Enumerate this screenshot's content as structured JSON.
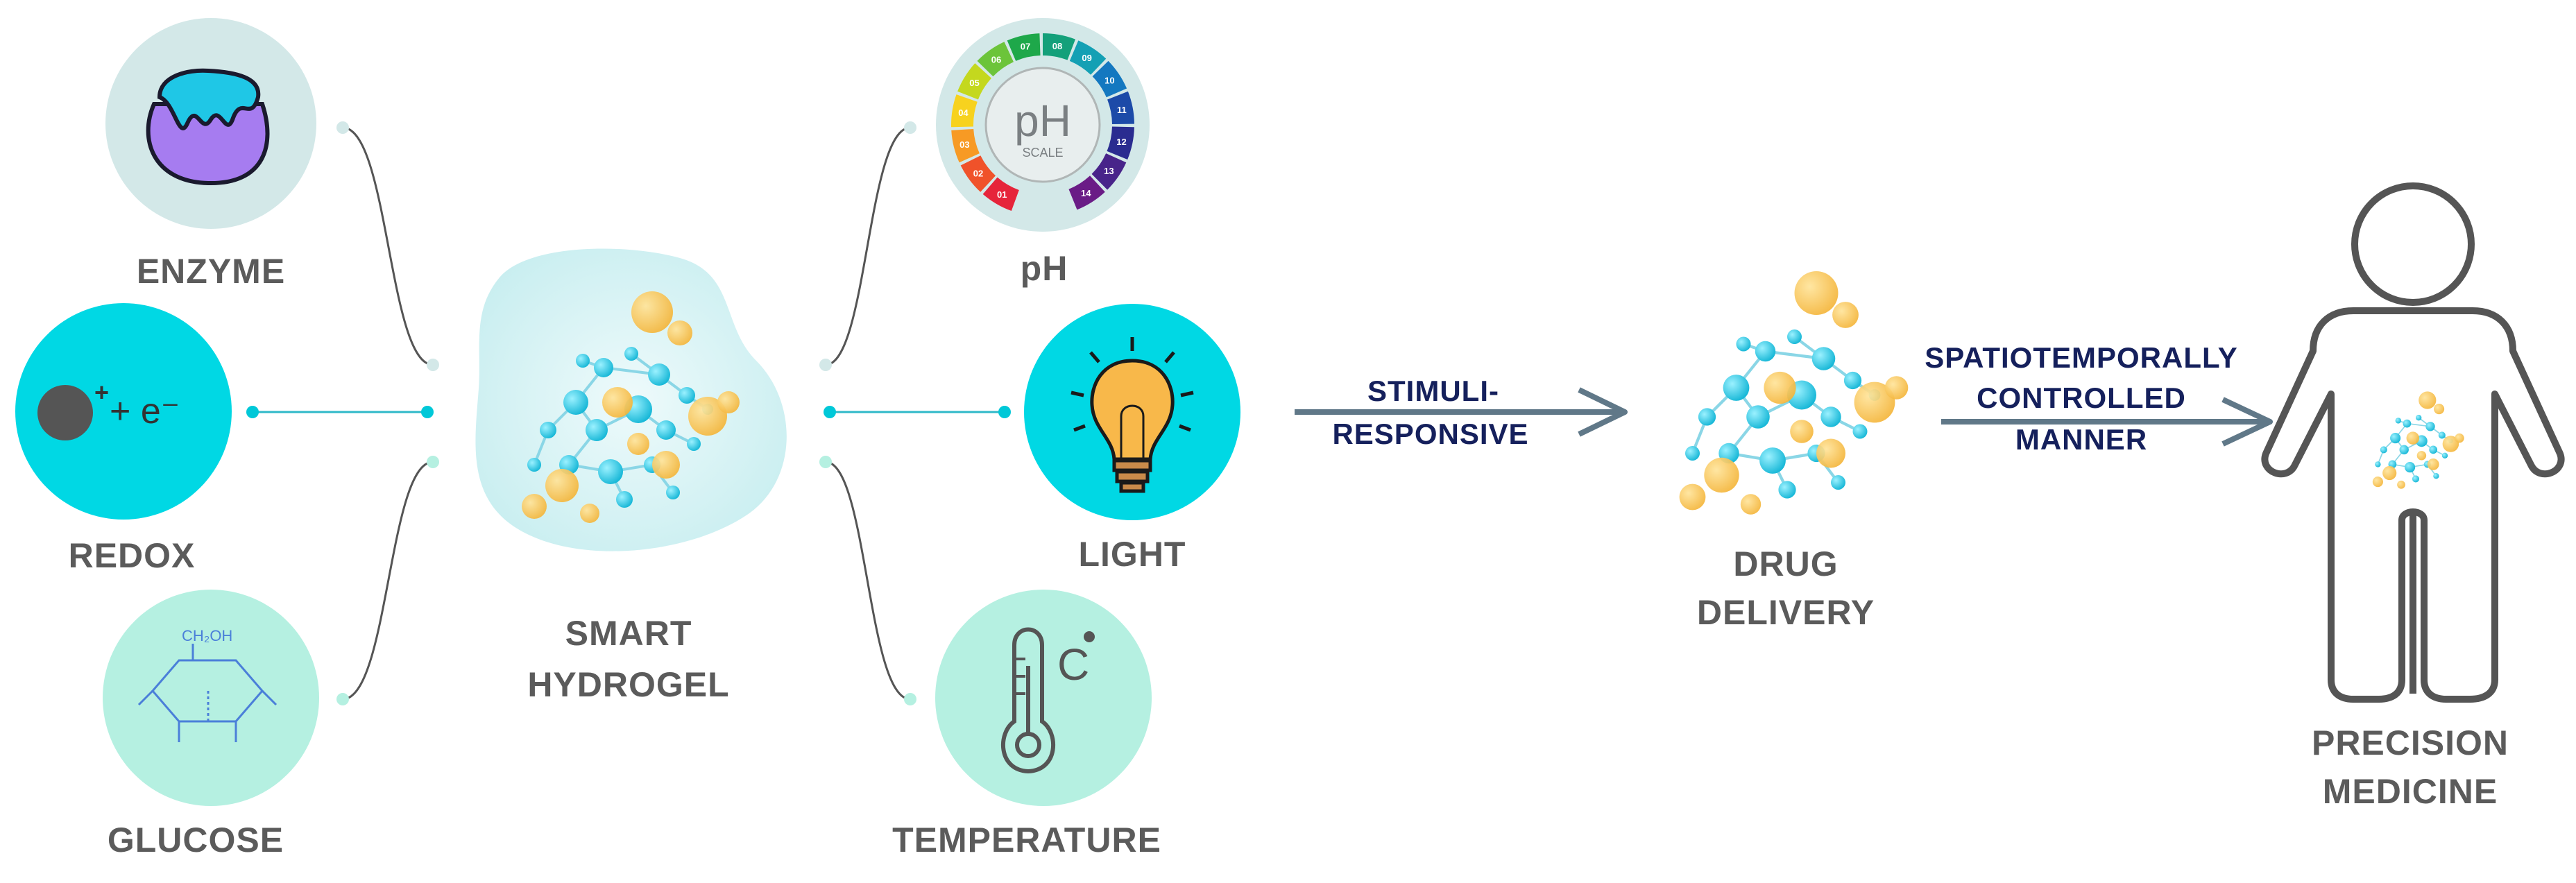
{
  "colors": {
    "label_gray": "#5b5b5b",
    "cyan": "#00d4e0",
    "pale_teal": "#d4eaea",
    "mint": "#b6f0e2",
    "arrow": "#607888",
    "arrow_text": "#15205c",
    "molecule_blue": "#20c4e2",
    "molecule_orange": "#f9c34a"
  },
  "stimuli": {
    "enzyme": {
      "label": "ENZYME",
      "icon": "enzyme-icon"
    },
    "redox": {
      "label": "REDOX",
      "icon": "redox-icon",
      "equation_plus": "+ e⁻",
      "charge": "+"
    },
    "glucose": {
      "label": "GLUCOSE",
      "icon": "glucose-molecule-icon",
      "top_group": "CH₂OH"
    },
    "ph": {
      "label": "pH",
      "icon": "ph-scale-icon",
      "badge_main": "pH",
      "badge_sub": "SCALE"
    },
    "light": {
      "label": "LIGHT",
      "icon": "light-bulb-icon"
    },
    "temperature": {
      "label": "TEMPERATURE",
      "icon": "thermometer-icon",
      "unit": "C"
    }
  },
  "hydrogel": {
    "line1": "SMART",
    "line2": "HYDROGEL"
  },
  "arrow1": {
    "line1": "STIMULI-",
    "line2": "RESPONSIVE"
  },
  "drug": {
    "line1": "DRUG",
    "line2": "DELIVERY"
  },
  "arrow2": {
    "line1": "SPATIOTEMPORALLY",
    "line2": "CONTROLLED",
    "line3": "MANNER"
  },
  "outcome": {
    "line1": "PRECISION",
    "line2": "MEDICINE"
  },
  "ph_scale_numbers": [
    "01",
    "02",
    "03",
    "04",
    "05",
    "06",
    "07",
    "08",
    "09",
    "10",
    "11",
    "12",
    "13",
    "14"
  ]
}
